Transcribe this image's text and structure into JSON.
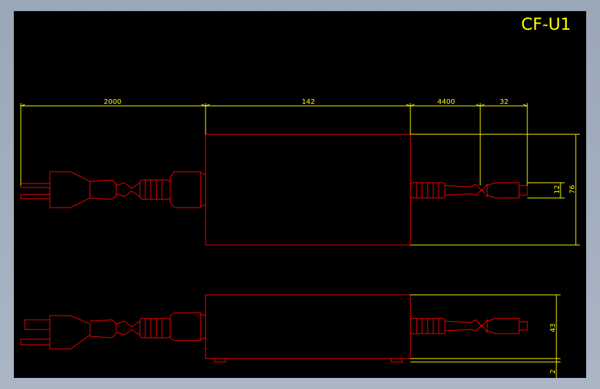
{
  "title": "CF-U1",
  "colors": {
    "outline": "#ff0000",
    "dimension": "#ffff00",
    "background": "#000000"
  },
  "dimensions": {
    "plug_cable": "2000",
    "body_length": "142",
    "dc_cable": "4400",
    "connector": "32",
    "body_width": "76",
    "connector_dia": "12",
    "body_height": "43",
    "foot": "2"
  }
}
